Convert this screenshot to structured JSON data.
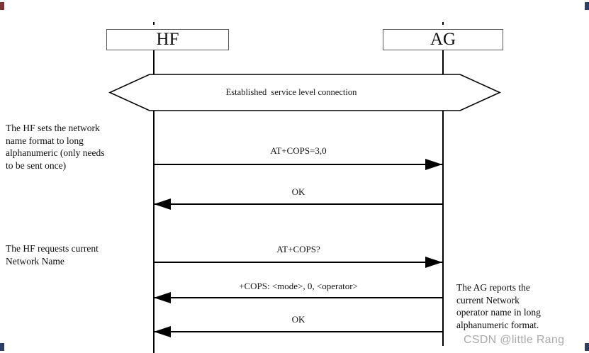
{
  "diagram": {
    "title_semantics": "HFP sequence diagram: query of current network operator name",
    "actors": [
      {
        "id": "hf",
        "label": "HF"
      },
      {
        "id": "ag",
        "label": "AG"
      }
    ],
    "banner": {
      "label": "Established  service level connection"
    },
    "messages": [
      {
        "label": "AT+COPS=3,0",
        "from": "HF",
        "to": "AG",
        "direction": "right"
      },
      {
        "label": "OK",
        "from": "AG",
        "to": "HF",
        "direction": "left"
      },
      {
        "label": "AT+COPS?",
        "from": "HF",
        "to": "AG",
        "direction": "right"
      },
      {
        "label": "+COPS: <mode>, 0, <operator>",
        "from": "AG",
        "to": "HF",
        "direction": "left"
      },
      {
        "label": "OK",
        "from": "AG",
        "to": "HF",
        "direction": "left"
      }
    ],
    "annotations": [
      {
        "side": "left",
        "lines": [
          "The HF sets the network",
          "name format to long",
          "alphanumeric (only needs",
          "to be sent once)"
        ]
      },
      {
        "side": "left",
        "lines": [
          "The HF requests current",
          "Network Name"
        ]
      },
      {
        "side": "right",
        "lines": [
          "The AG reports the",
          "current Network",
          "operator name in long",
          "alphanumeric format."
        ]
      }
    ],
    "watermark": "CSDN @little Rang",
    "colors": {
      "line": "#000000",
      "box_border": "#5c5c5c",
      "text": "#111111",
      "watermark": "#a9a9a9",
      "corner_mark_red": "#7d3434",
      "corner_mark_navy": "#2b4068"
    }
  }
}
